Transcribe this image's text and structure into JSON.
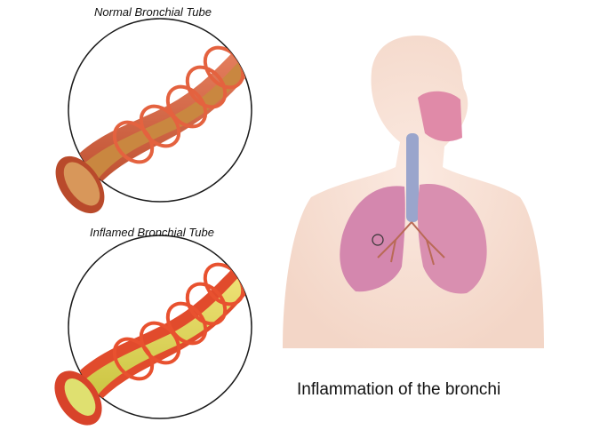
{
  "labels": {
    "normal_tube": "Normal Bronchial Tube",
    "inflamed_tube": "Inflamed Bronchial Tube",
    "caption": "Inflammation of the bronchi"
  },
  "colors": {
    "skin": "#f5ddd0",
    "lung": "#d98fb0",
    "tube_wall": "#d9603a",
    "tube_lumen": "#c7823f",
    "inflamed_lumen": "#d8d84a"
  }
}
